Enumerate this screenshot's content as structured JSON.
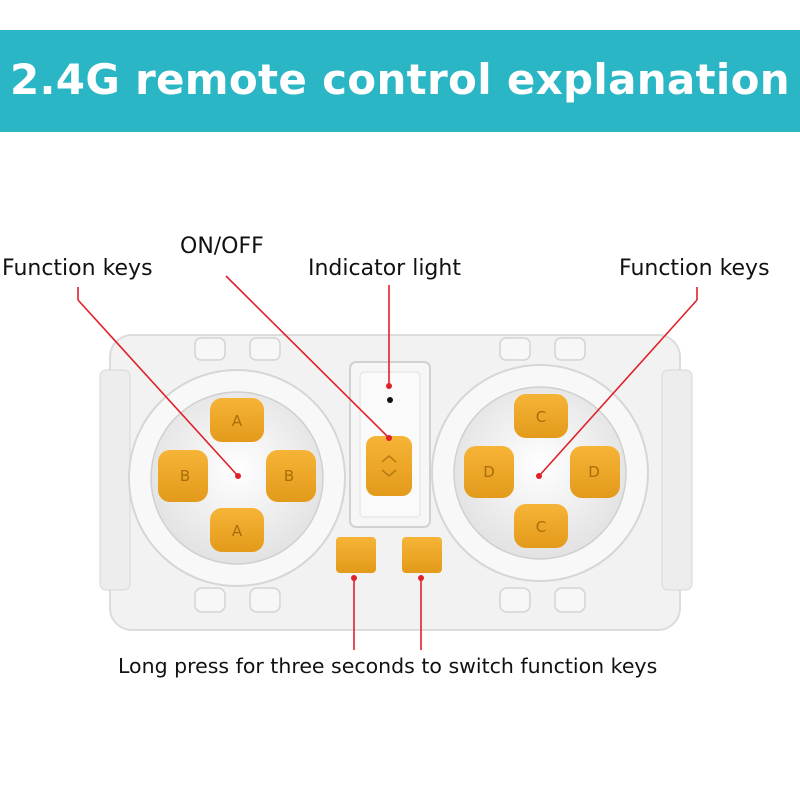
{
  "title": "2.4G remote control explanation",
  "labels": {
    "left_function_keys": "Function keys",
    "on_off": "ON/OFF",
    "indicator_light": "Indicator light",
    "right_function_keys": "Function keys",
    "long_press": "Long press for three seconds to switch function keys"
  },
  "left_pad_keys": {
    "up": "A",
    "down": "A",
    "left": "B",
    "right": "B"
  },
  "right_pad_keys": {
    "up": "C",
    "down": "C",
    "left": "D",
    "right": "D"
  },
  "colors": {
    "banner": "#2bb6c6",
    "key": "#f0a928",
    "leader_line": "#e0202a",
    "body": "#f3f3f3"
  },
  "icons": [
    "indicator-led-icon",
    "switch-arrows-icon"
  ]
}
